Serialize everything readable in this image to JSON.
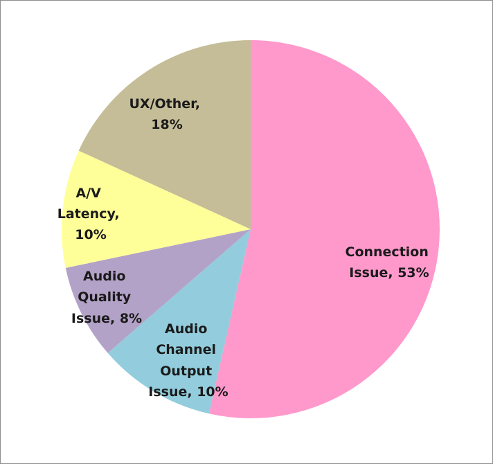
{
  "chart_data": {
    "type": "pie",
    "title": "",
    "start_angle_deg": 0,
    "direction": "clockwise",
    "legend": "none",
    "slices": [
      {
        "name": "Connection Issue",
        "value": 53,
        "label": "Connection Issue, 53%",
        "color": "#ff99cc"
      },
      {
        "name": "Audio Channel Output Issue",
        "value": 10,
        "label": "Audio Channel Output Issue, 10%",
        "color": "#93cddd"
      },
      {
        "name": "Audio Quality Issue",
        "value": 8,
        "label": "Audio Quality Issue, 8%",
        "color": "#b3a2c7"
      },
      {
        "name": "A/V Latency",
        "value": 10,
        "label": "A/V Latency, 10%",
        "color": "#ffff99"
      },
      {
        "name": "UX/Other",
        "value": 18,
        "label": "UX/Other, 18%",
        "color": "#c4bd97"
      }
    ]
  }
}
